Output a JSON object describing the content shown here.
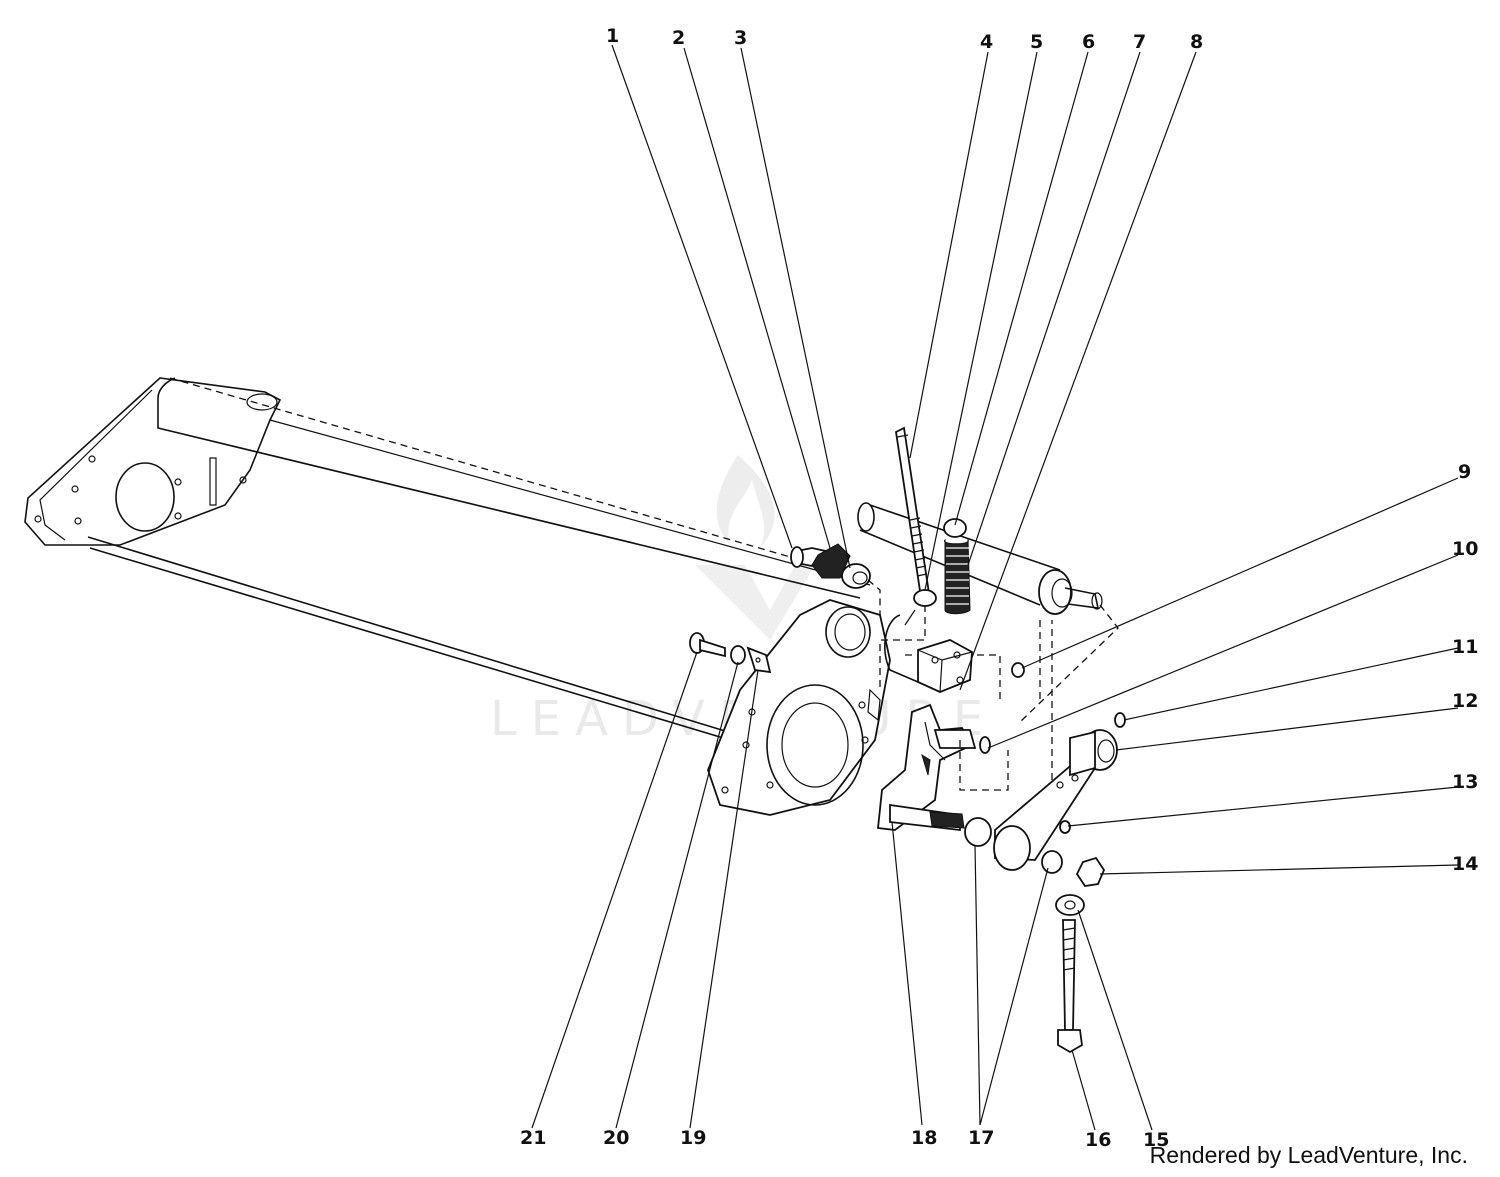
{
  "diagram": {
    "part_labels": [
      "1",
      "2",
      "3",
      "4",
      "5",
      "6",
      "7",
      "8",
      "9",
      "10",
      "11",
      "12",
      "13",
      "14",
      "15",
      "16",
      "17",
      "18",
      "19",
      "20",
      "21"
    ],
    "credit": "Rendered by LeadVenture, Inc.",
    "watermark": "LEADVENTURE",
    "colors": {
      "ink": "#111111",
      "background": "#ffffff",
      "watermark": "#e9e9e9"
    }
  }
}
